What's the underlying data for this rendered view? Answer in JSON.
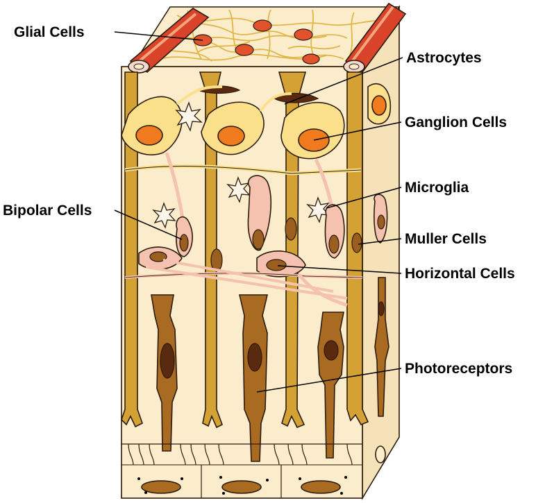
{
  "labels": {
    "glial": "Glial Cells",
    "astrocytes": "Astrocytes",
    "ganglion": "Ganglion Cells",
    "microglia": "Microglia",
    "bipolar": "Bipolar Cells",
    "muller": "Muller Cells",
    "horizontal": "Horizontal Cells",
    "photoreceptors": "Photoreceptors"
  },
  "colors": {
    "tissue_fill": "#fbeccb",
    "side_fill": "#f6e2b8",
    "muller": "#d4a234",
    "ganglion_cell": "#fbe08c",
    "ganglion_nucleus": "#f07b1e",
    "bipolar": "#f6c2b0",
    "photoreceptor": "#a96a22",
    "photoreceptor_nucleus": "#5a2a10",
    "vessel": "#d9432a",
    "top_fibers": "#e0b646",
    "top_cells": "#e2522c"
  }
}
